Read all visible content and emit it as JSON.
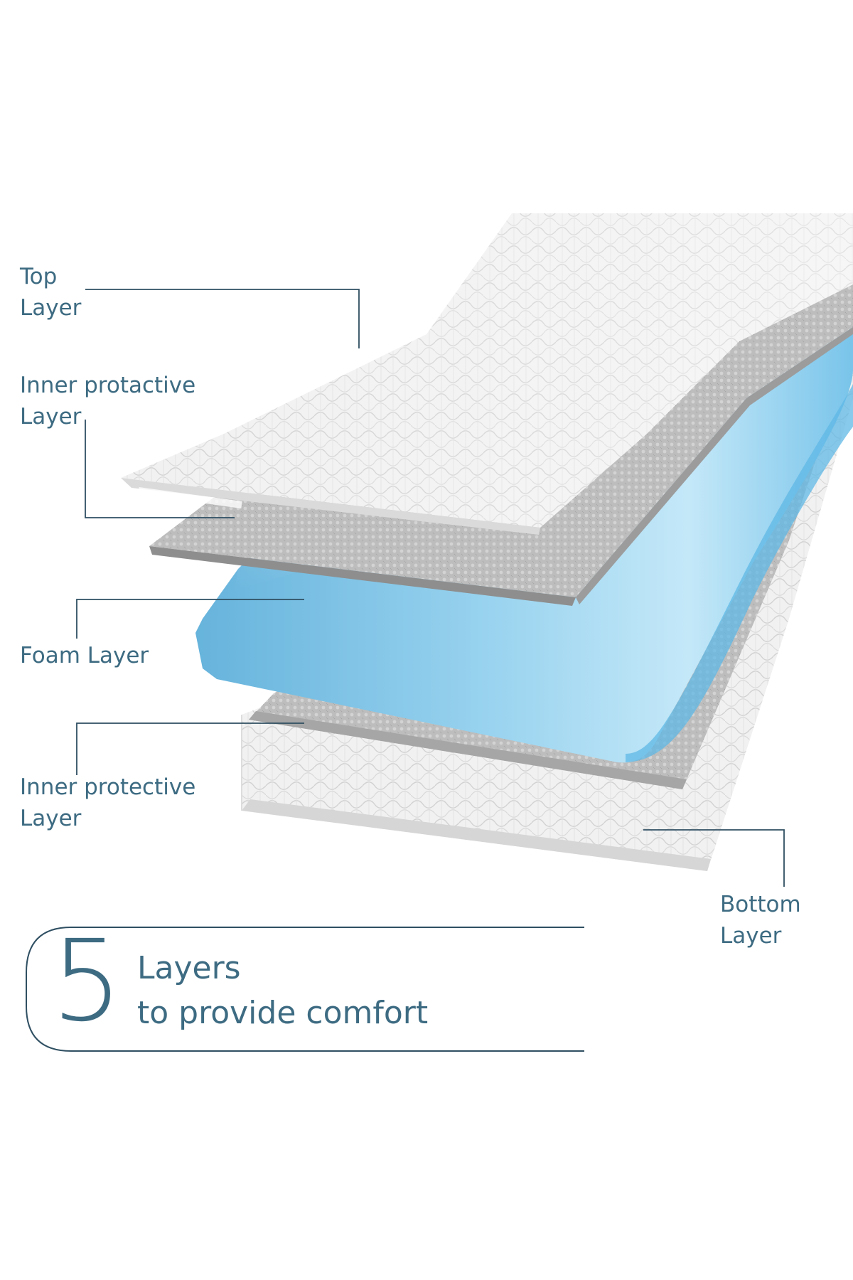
{
  "labels": {
    "top_layer": [
      "Top",
      "Layer"
    ],
    "inner_protactive_layer": [
      "Inner protactive",
      "Layer"
    ],
    "foam_layer": [
      "Foam Layer"
    ],
    "inner_protective_layer": [
      "Inner protective",
      "Layer"
    ],
    "bottom_layer": [
      "Bottom",
      "Layer"
    ]
  },
  "banner": {
    "number": "5",
    "line1": "Layers",
    "line2": "to provide comfort"
  },
  "colors": {
    "text": "#3d6b82",
    "leader_line": "#2f4f62",
    "white_layer": "#f1f1f1",
    "gray_layer": "#bdbdbd",
    "foam_light": "#bfe6f6",
    "foam_dark": "#6fc2e8"
  }
}
